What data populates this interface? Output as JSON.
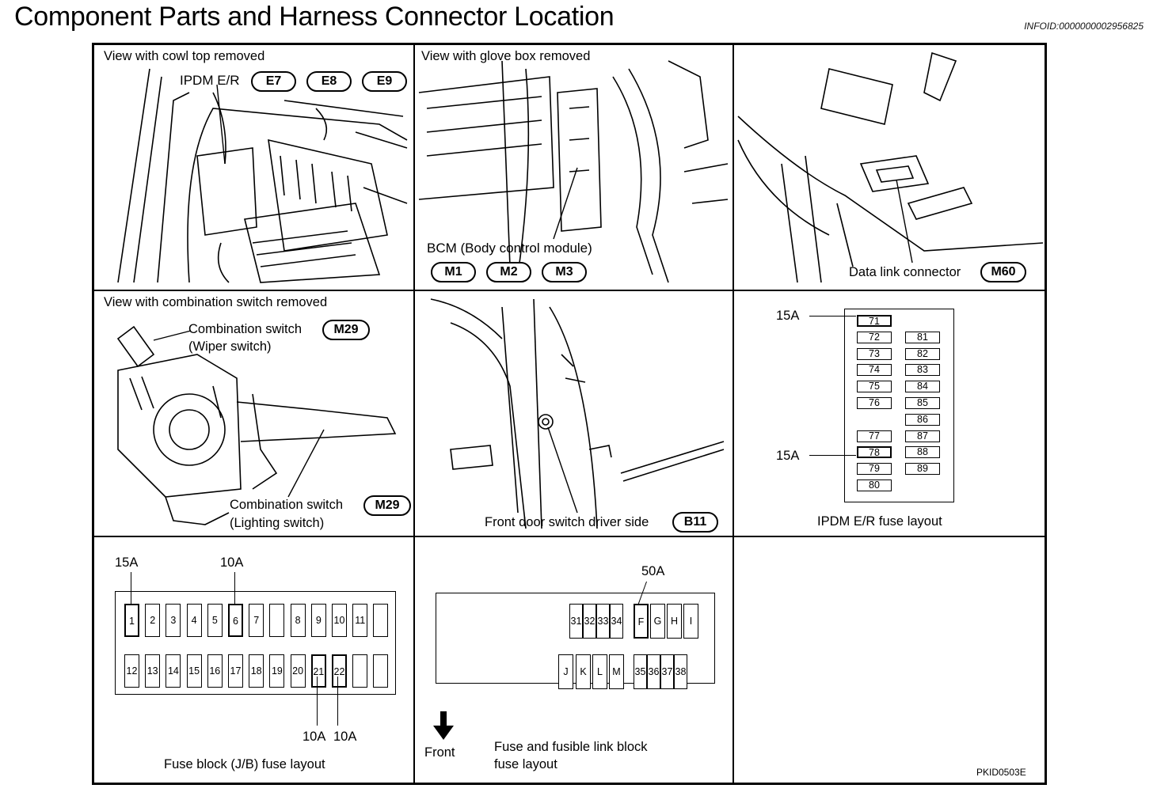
{
  "title": "Component Parts and Harness Connector Location",
  "infoid": "INFOID:0000000002956825",
  "panels": {
    "cowl": {
      "caption": "View with cowl top removed",
      "label": "IPDM E/R",
      "connectors": [
        "E7",
        "E8",
        "E9"
      ]
    },
    "glove": {
      "caption": "View with glove box removed",
      "label": "BCM (Body control module)",
      "connectors": [
        "M1",
        "M2",
        "M3"
      ]
    },
    "dlc": {
      "label": "Data link connector",
      "connector": "M60"
    },
    "combo": {
      "caption": "View with combination switch removed",
      "wiper_label": "Combination switch",
      "wiper_sub": "(Wiper switch)",
      "wiper_conn": "M29",
      "light_label": "Combination switch",
      "light_sub": "(Lighting switch)",
      "light_conn": "M29"
    },
    "door": {
      "label": "Front door switch driver side",
      "connector": "B11"
    },
    "ipdm_fuse": {
      "caption": "IPDM E/R fuse layout",
      "amp_top": "15A",
      "amp_bottom": "15A",
      "left_col": [
        "71",
        "72",
        "73",
        "74",
        "75",
        "76",
        "",
        "77",
        "78",
        "79",
        "80"
      ],
      "right_col": [
        "",
        "81",
        "82",
        "83",
        "84",
        "85",
        "86",
        "87",
        "88",
        "89",
        ""
      ],
      "highlight": [
        "71",
        "78"
      ]
    },
    "jb": {
      "caption": "Fuse block (J/B) fuse layout",
      "amp_a": "15A",
      "amp_b": "10A",
      "amp_c": "10A",
      "amp_d": "10A",
      "top_row": [
        "1",
        "2",
        "3",
        "4",
        "5",
        "6",
        "7",
        "",
        "8",
        "9",
        "10",
        "11",
        ""
      ],
      "bottom_row": [
        "12",
        "13",
        "14",
        "15",
        "16",
        "17",
        "18",
        "19",
        "20",
        "21",
        "22",
        "",
        ""
      ],
      "highlight": [
        "1",
        "6",
        "21",
        "22"
      ]
    },
    "fl": {
      "caption_line1": "Fuse and fusible link block",
      "caption_line2": "fuse layout",
      "front": "Front",
      "amp": "50A",
      "top_row": [
        "31",
        "32",
        "33",
        "34",
        "F",
        "G",
        "H",
        "I"
      ],
      "bottom_row": [
        "J",
        "K",
        "L",
        "M",
        "35",
        "36",
        "37",
        "38"
      ],
      "highlight": [
        "F"
      ]
    }
  },
  "code": "PKID0503E"
}
